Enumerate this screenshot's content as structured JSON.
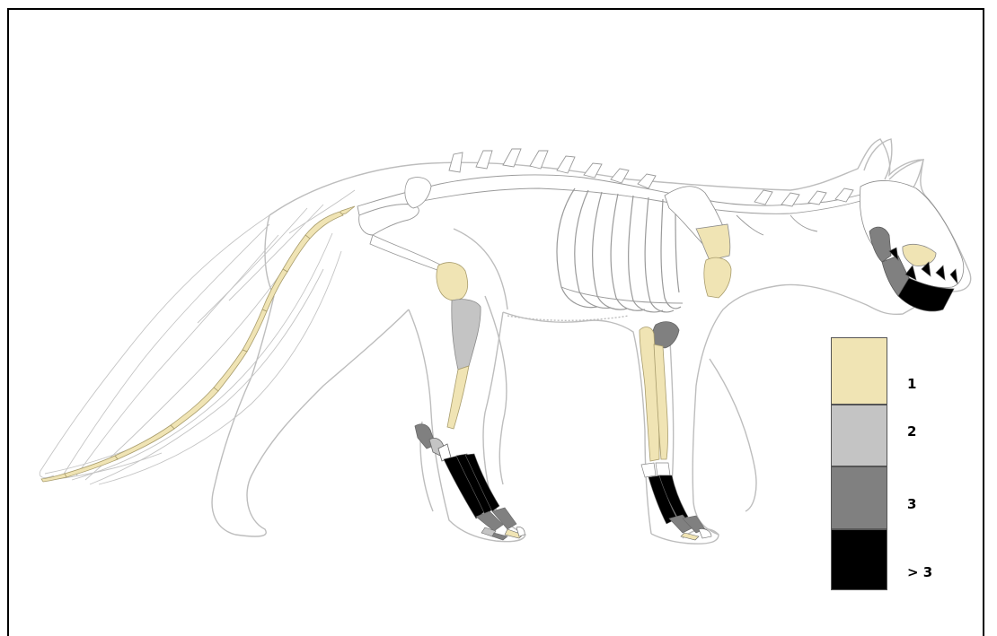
{
  "legend": {
    "items": [
      {
        "label": "1",
        "color": "#f0e4b4"
      },
      {
        "label": "2",
        "color": "#c4c4c4"
      },
      {
        "label": "3",
        "color": "#808080"
      },
      {
        "label": "> 3",
        "color": "#000000"
      }
    ]
  },
  "colors": {
    "outline": "#bdbdbd",
    "bone": "#ffffff",
    "bone_stroke": "#9a9a9a"
  }
}
